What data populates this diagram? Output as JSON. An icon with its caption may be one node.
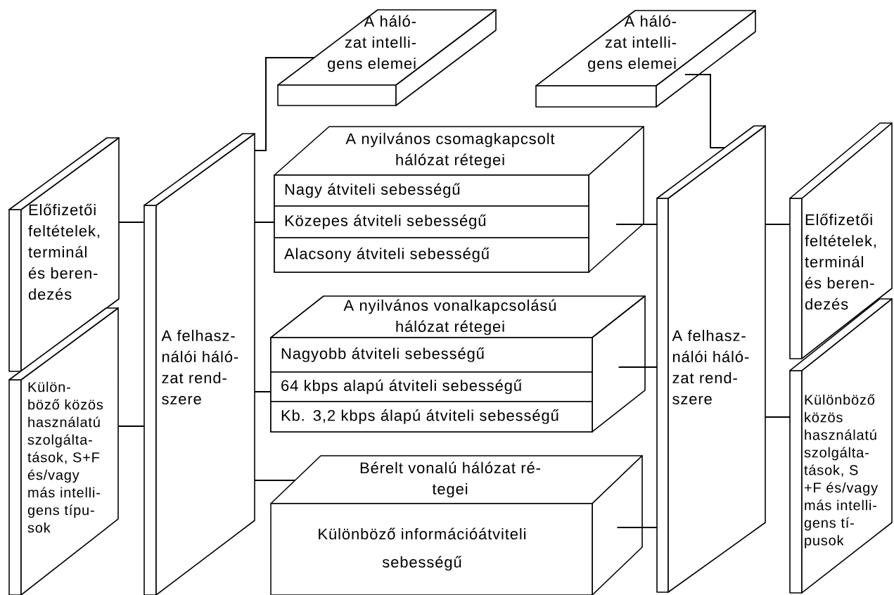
{
  "diagram": {
    "nodes": [
      {
        "text": [
          "A háló- zat intelli- gens elemei"
        ]
      },
      {
        "text": [
          "A háló- zat intelli- gens elemei"
        ]
      },
      {
        "text": [
          "Előfizetői feltételek, terminál és beren- dezés"
        ]
      },
      {
        "text": [
          "Külön- böző közös használatú szolgálta- tások, S+F és/vagy más intelli- gens típu- sok"
        ]
      },
      {
        "text": [
          "A felhasz- nálói háló- zat rend- szere"
        ]
      },
      {
        "text": [
          "A nyilvános csomagkapcsolt hálózat rétegei"
        ]
      },
      {
        "text": [
          "Nagy átviteli sebességű"
        ],
        "in": 5
      },
      {
        "text": [
          "Közepes átviteli sebességű"
        ],
        "in": 5
      },
      {
        "text": [
          "Alacsony átviteli sebességű"
        ],
        "in": 5
      },
      {
        "text": [
          "A nyilvános vonalkapcsolású hálózat rétegei"
        ]
      },
      {
        "text": [
          "Nagyobb átviteli sebességű"
        ],
        "in": 9
      },
      {
        "text": [
          "64 kbps alapú átviteli sebességű"
        ],
        "in": 9
      },
      {
        "text": [
          "Kb. 3,2 kbps álapú átviteli sebességű"
        ],
        "in": 9
      },
      {
        "text": [
          "Bérelt vonalú hálózat ré- tegei",
          "Különböző információátviteli sebességű"
        ]
      },
      {
        "text": [
          "A felhasz- nálói háló- zat rend- szere"
        ]
      },
      {
        "text": [
          "Előfizetői feltételek, terminál és beren- dezés"
        ]
      },
      {
        "text": [
          "Különböző közös használatú szolgálta- tások, S +F és/vagy más intelli- gens tí- pusok"
        ]
      }
    ],
    "edges": [
      {
        "from": 0,
        "to": 4,
        "arrow": "none"
      },
      {
        "from": 2,
        "to": 4,
        "arrow": "none"
      },
      {
        "from": 3,
        "to": 4,
        "arrow": "none"
      },
      {
        "from": 4,
        "to": 5,
        "arrow": "none"
      },
      {
        "from": 4,
        "to": 9,
        "arrow": "none"
      },
      {
        "from": 4,
        "to": 13,
        "arrow": "none"
      },
      {
        "from": 5,
        "to": 14,
        "arrow": "none"
      },
      {
        "from": 9,
        "to": 14,
        "arrow": "none"
      },
      {
        "from": 13,
        "to": 14,
        "arrow": "none"
      },
      {
        "from": 1,
        "to": 14,
        "arrow": "none"
      },
      {
        "from": 14,
        "to": 15,
        "arrow": "none"
      },
      {
        "from": 14,
        "to": 16,
        "arrow": "none"
      }
    ]
  }
}
